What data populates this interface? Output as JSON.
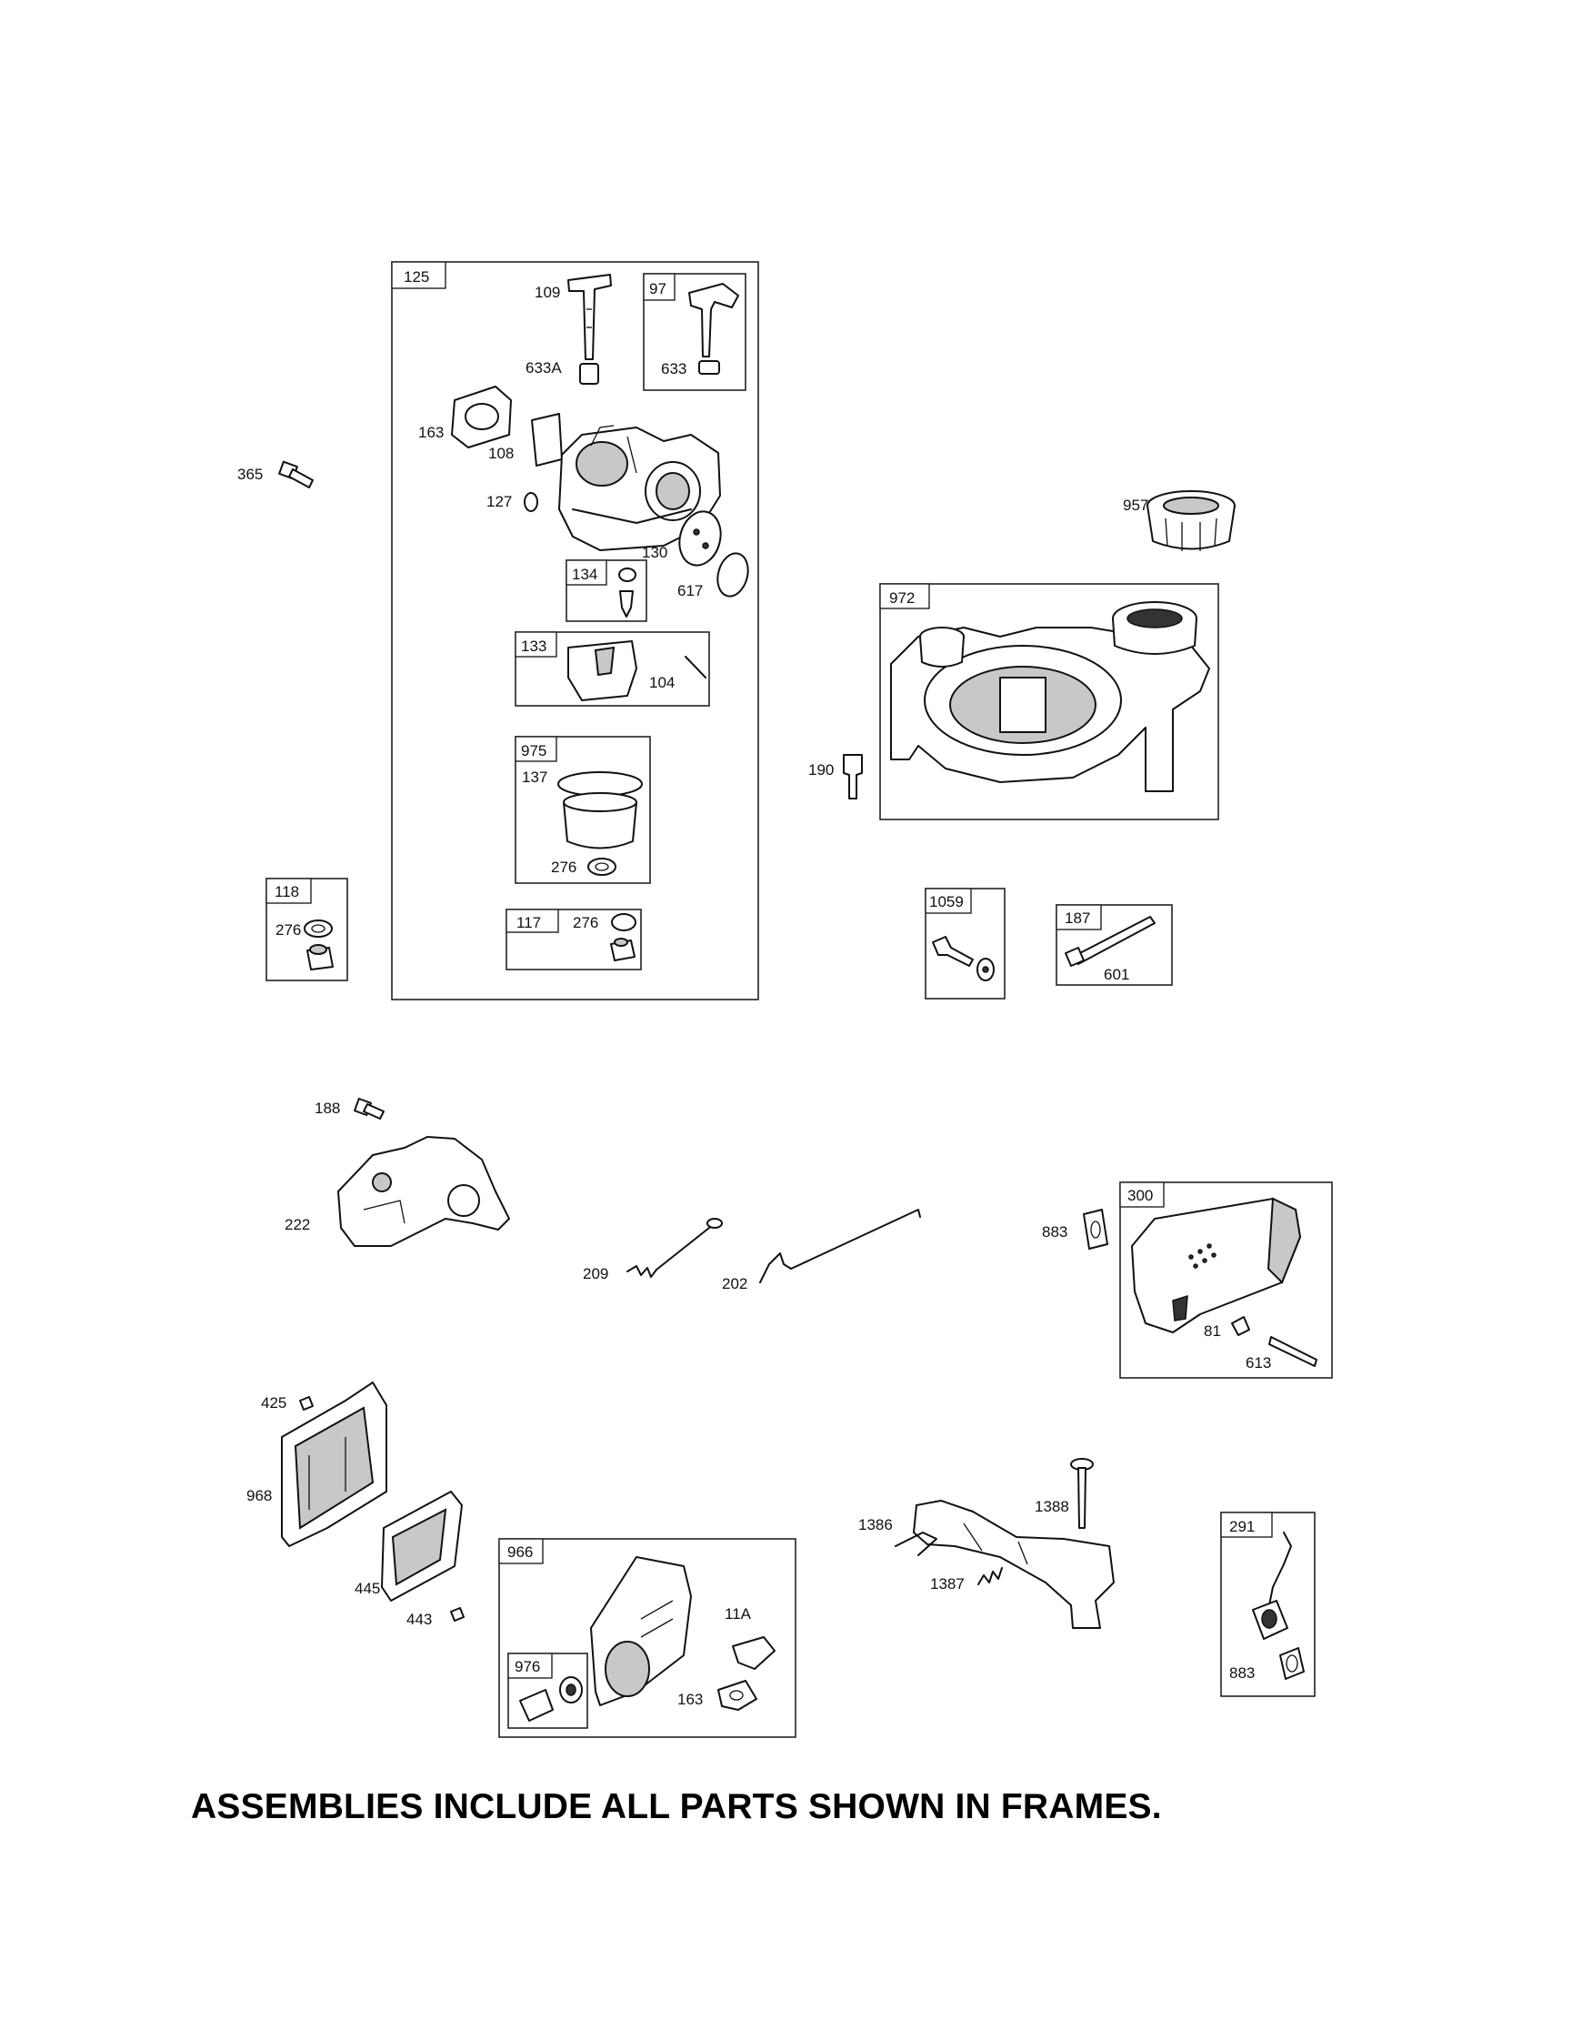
{
  "footer_note": "ASSEMBLIES INCLUDE ALL PARTS SHOWN IN FRAMES.",
  "frames": {
    "f125": "125",
    "f97": "97",
    "f134": "134",
    "f133": "133",
    "f975": "975",
    "f117": "117",
    "f118": "118",
    "f972": "972",
    "f1059": "1059",
    "f187": "187",
    "f300": "300",
    "f966": "966",
    "f976": "976",
    "f291": "291"
  },
  "labels": {
    "l109": "109",
    "l633A": "633A",
    "l633": "633",
    "l163a": "163",
    "l108": "108",
    "l365": "365",
    "l127": "127",
    "l130": "130",
    "l617": "617",
    "l104": "104",
    "l137": "137",
    "l276a": "276",
    "l276b": "276",
    "l276c": "276",
    "l957": "957",
    "l190": "190",
    "l601": "601",
    "l188": "188",
    "l222": "222",
    "l209": "209",
    "l202": "202",
    "l883a": "883",
    "l81": "81",
    "l613": "613",
    "l425": "425",
    "l968": "968",
    "l445": "445",
    "l443": "443",
    "l11A": "11A",
    "l163b": "163",
    "l1386": "1386",
    "l1388": "1388",
    "l1387": "1387",
    "l883b": "883"
  }
}
